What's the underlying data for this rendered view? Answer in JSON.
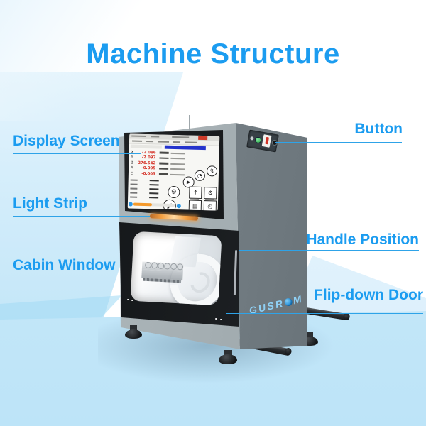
{
  "title": "Machine Structure",
  "annotations": {
    "display_screen": {
      "label": "Display Screen"
    },
    "light_strip": {
      "label": "Light Strip"
    },
    "cabin_window": {
      "label": "Cabin Window"
    },
    "button": {
      "label": "Button"
    },
    "handle_position": {
      "label": "Handle Position"
    },
    "flip_down_door": {
      "label": "Flip-down Door"
    }
  },
  "machine": {
    "brand": "GUSROM",
    "brand_before_o": "GUSR",
    "brand_after_o": "M",
    "screen": {
      "axis_labels": [
        "X",
        "Y",
        "Z",
        "A",
        "C"
      ],
      "axis_values": [
        "-2.086",
        "-2.097",
        "276.542",
        "-0.005",
        "-0.003"
      ]
    }
  },
  "icons": {
    "gear": "⚙",
    "play": "▶",
    "dial": "◔",
    "bolt": "↯",
    "up_arrow": "↑",
    "document": "▤",
    "clock": "◷"
  },
  "colors": {
    "accent_blue": "#1b9cf0",
    "line_blue": "#2ea3e8",
    "machine_front_gray": "#a3adb1",
    "machine_side_gray": "#757f85",
    "door_black": "#17191c",
    "light_strip_orange": "#f5a143",
    "logo_blue": "#8fd0f5",
    "screen_bar_blue": "#2433cc",
    "screen_value_red": "#d42b20",
    "progress_orange": "#f59a2b",
    "power_button_green": "#2fae4a",
    "switch_red": "#d03428"
  }
}
